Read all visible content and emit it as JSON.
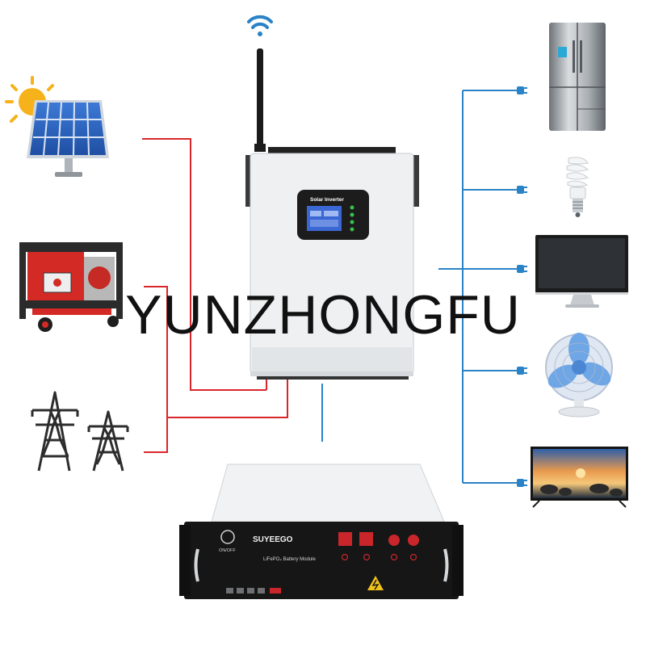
{
  "inverter": {
    "screen_label": "Solar Inverter"
  },
  "battery": {
    "brand": "SUYEEGO",
    "switch_label": "ON/OFF",
    "model_label": "LiFePO₄ Battery Module"
  },
  "watermark": "YUNZHONGFU",
  "sources": [
    "solar panel",
    "generator",
    "power grid"
  ],
  "loads": [
    "refrigerator",
    "light bulb",
    "monitor",
    "fan",
    "tv"
  ],
  "colors": {
    "ac_input": "#d9262b",
    "ac_output": "#2a83c6",
    "battery_link": "#2a83c6"
  }
}
